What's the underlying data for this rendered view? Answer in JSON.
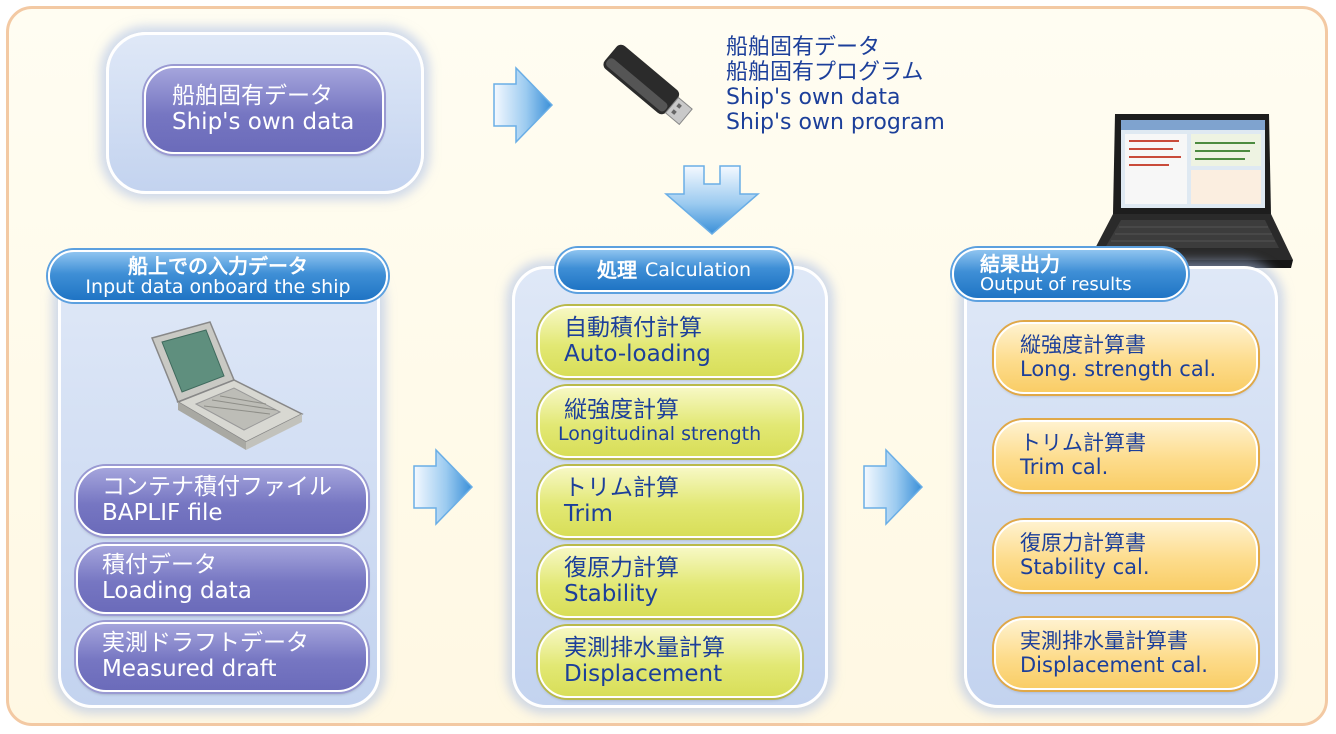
{
  "ship_data": {
    "jp": "船舶固有データ",
    "en": "Ship's own data"
  },
  "usb": {
    "line1": "船舶固有データ",
    "line2": "船舶固有プログラム",
    "line3": "Ship's own data",
    "line4": "Ship's own program"
  },
  "input": {
    "title_jp": "船上での入力データ",
    "title_en": "Input data onboard the ship",
    "items": [
      {
        "jp": "コンテナ積付ファイル",
        "en": "BAPLIF file"
      },
      {
        "jp": "積付データ",
        "en": "Loading data"
      },
      {
        "jp": "実測ドラフトデータ",
        "en": "Measured draft"
      }
    ]
  },
  "calc": {
    "title_jp": "処理",
    "title_en": "Calculation",
    "items": [
      {
        "jp": "自動積付計算",
        "en": "Auto-loading"
      },
      {
        "jp": "縦強度計算",
        "en": "Longitudinal strength"
      },
      {
        "jp": "トリム計算",
        "en": "Trim"
      },
      {
        "jp": "復原力計算",
        "en": "Stability"
      },
      {
        "jp": "実測排水量計算",
        "en": "Displacement"
      }
    ]
  },
  "output": {
    "title_jp": "結果出力",
    "title_en": "Output of results",
    "items": [
      {
        "jp": "縦強度計算書",
        "en": "Long. strength cal."
      },
      {
        "jp": "トリム計算書",
        "en": "Trim cal."
      },
      {
        "jp": "復原力計算書",
        "en": "Stability cal."
      },
      {
        "jp": "実測排水量計算書",
        "en": "Displacement cal."
      }
    ]
  },
  "colors": {
    "frame_border": "#f3c9a3",
    "text_blue": "#1c3f9a",
    "header_blue": "#1f74c4",
    "purple": "#7676c2",
    "yellow": "#e2e874",
    "orange": "#fddc8c"
  },
  "icons": [
    "usb-stick-icon",
    "laptop-icon",
    "old-laptop-icon",
    "right-arrow-icon",
    "down-arrow-icon"
  ]
}
